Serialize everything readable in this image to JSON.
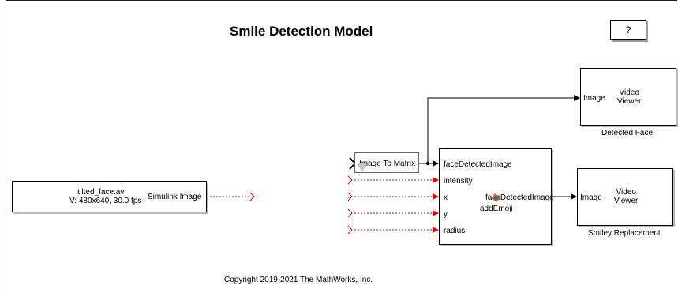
{
  "title": "Smile Detection Model",
  "help_button": "?",
  "source_block": {
    "file_line": "tilted_face.avi",
    "format_line": "V: 480x640, 30.0 fps",
    "output_port": "Simulink Image"
  },
  "converter_block": {
    "label": "Image To Matrix"
  },
  "add_emoji_block": {
    "name": "addEmoji",
    "inputs": [
      "faceDetectedImage",
      "intensity",
      "x",
      "y",
      "radius"
    ],
    "output": "faceDetectedImage"
  },
  "viewer_top": {
    "port": "Image",
    "title": "Video\nViewer",
    "caption": "Detected Face"
  },
  "viewer_bottom": {
    "port": "Image",
    "title": "Video\nViewer",
    "caption": "Smiley Replacement"
  },
  "footer": "Copyright 2019-2021 The MathWorks, Inc.",
  "colors": {
    "signal": "#000000",
    "unconnected": "#e8000b",
    "shadow": "#b9b9b9"
  }
}
